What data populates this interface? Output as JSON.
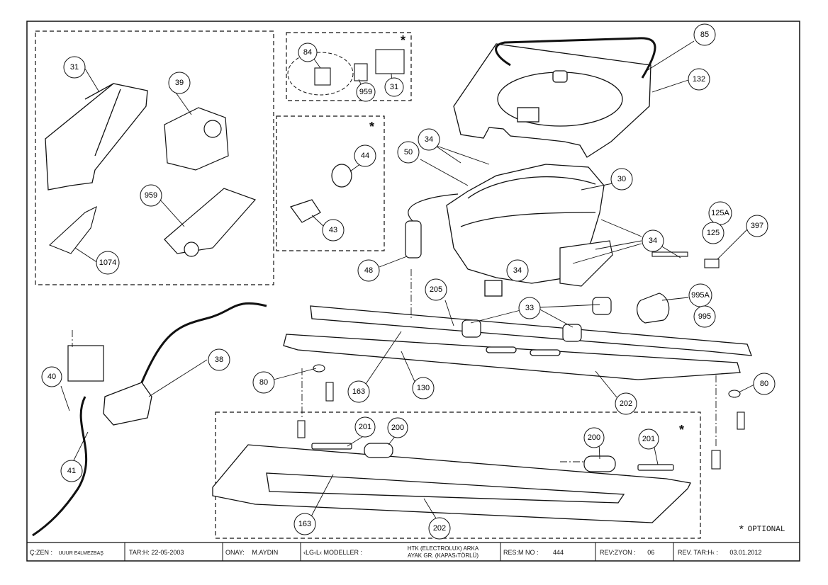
{
  "callouts": {
    "c85": "85",
    "c132": "132",
    "c30": "30",
    "c34a": "34",
    "c34b": "34",
    "c34c": "34",
    "c50": "50",
    "c48": "48",
    "c44": "44",
    "c43": "43",
    "c31a": "31",
    "c31b": "31",
    "c39": "39",
    "c959a": "959",
    "c959b": "959",
    "c1074": "1074",
    "c84": "84",
    "c125A": "125A",
    "c125": "125",
    "c397": "397",
    "c995A": "995A",
    "c995": "995",
    "c33": "33",
    "c205": "205",
    "c163a": "163",
    "c163b": "163",
    "c130": "130",
    "c80a": "80",
    "c80b": "80",
    "c202a": "202",
    "c202b": "202",
    "c38": "38",
    "c40": "40",
    "c41": "41",
    "c200a": "200",
    "c200b": "200",
    "c201a": "201",
    "c201b": "201"
  },
  "optional_marker": "*",
  "legend": {
    "symbol": "*",
    "text": "OPTIONAL"
  },
  "title_block": {
    "drawn_label": "Ç:ZEN :",
    "drawn_value": "UUUR E4LMEZBAŞ",
    "date_label": "TAR:H:",
    "date_value": "22-05-2003",
    "approved_label": "ONAY:",
    "approved_value": "M.AYDIN",
    "models_label": "‹LG‹L‹ MODELLER :",
    "models_line1": "HTK (ELECTROLUX) ARKA",
    "models_line2": "AYAK GR. (KAPAS‹TÖRLÜ)",
    "drawing_no_label": "RES:M NO :",
    "drawing_no_value": "444",
    "revision_label": "REV:ZYON :",
    "revision_value": "06",
    "revision_date_label": "REV. TAR:H‹ :",
    "revision_date_value": "03.01.2012"
  }
}
